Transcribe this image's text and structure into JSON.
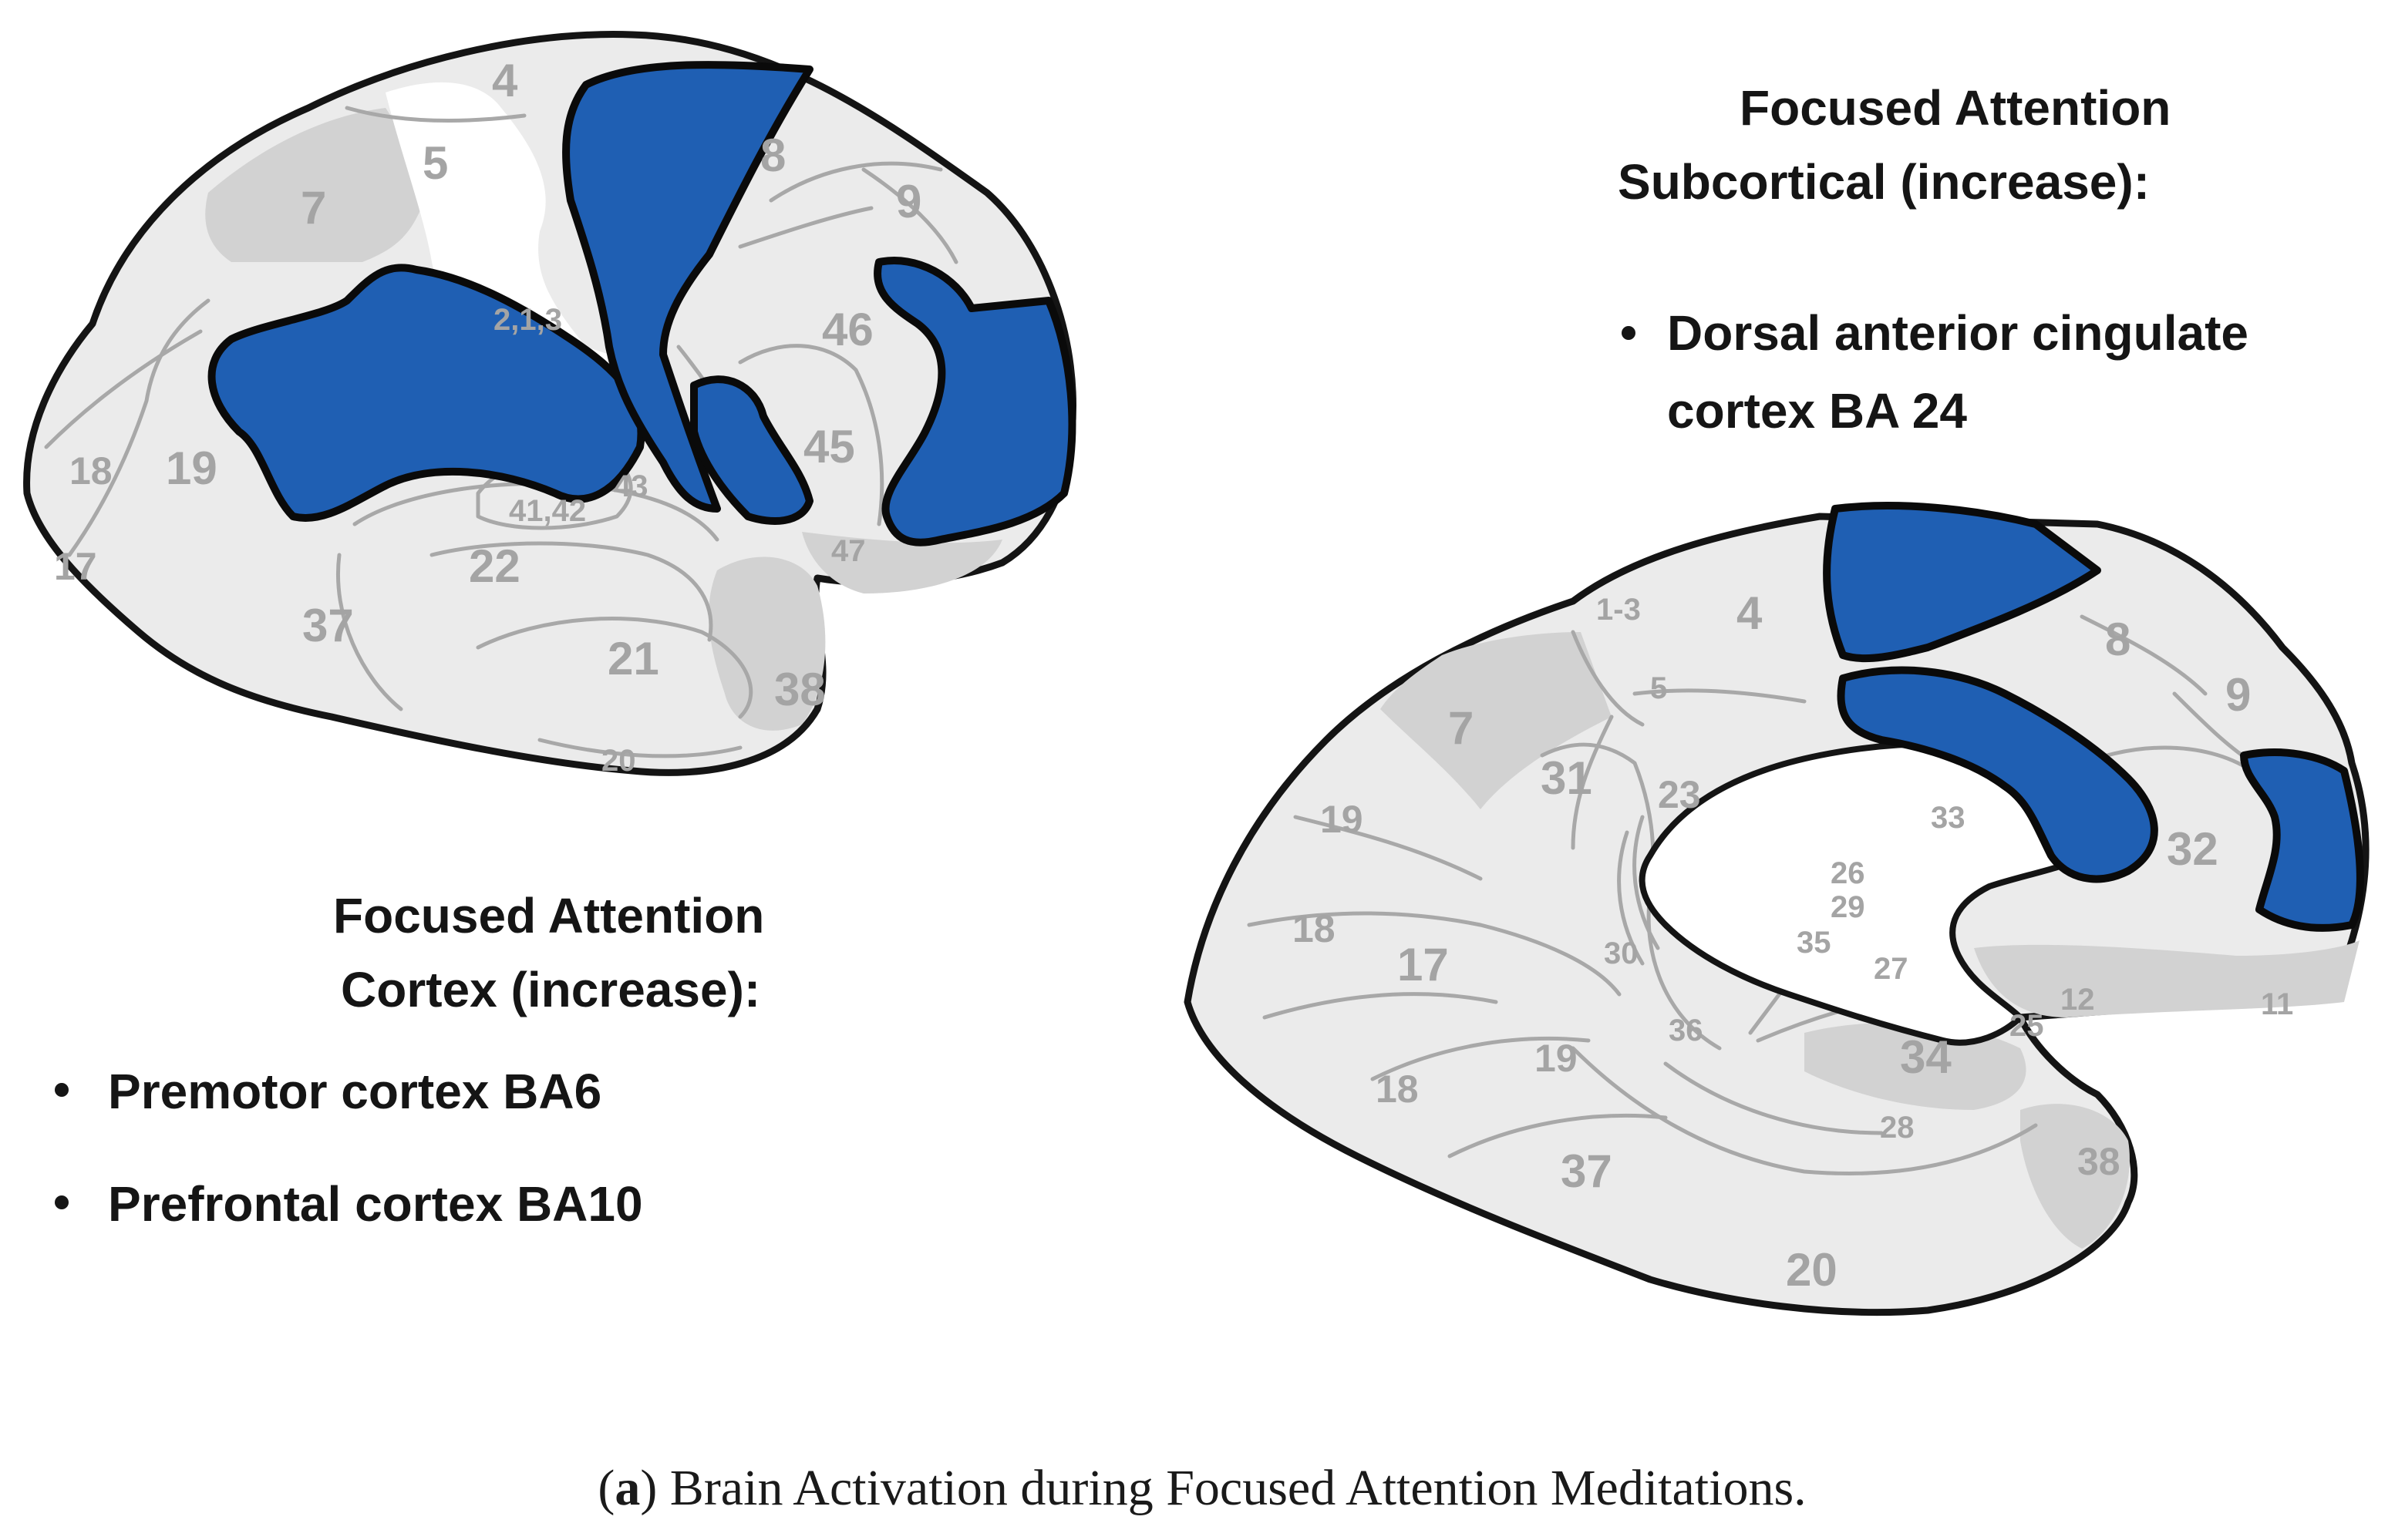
{
  "lateral_view": {
    "areas": [
      "4",
      "5",
      "7",
      "8",
      "9",
      "2,1,3",
      "46",
      "45",
      "47",
      "18",
      "19",
      "17",
      "41,42",
      "43",
      "22",
      "37",
      "21",
      "38",
      "20"
    ]
  },
  "medial_view": {
    "areas": [
      "1-3",
      "4",
      "5",
      "7",
      "8",
      "9",
      "31",
      "23",
      "33",
      "32",
      "19",
      "18",
      "17",
      "26",
      "29",
      "35",
      "27",
      "30",
      "36",
      "12",
      "11",
      "25",
      "34",
      "28",
      "37",
      "38",
      "20"
    ]
  },
  "subcortical_box": {
    "heading_line1": "Focused Attention",
    "heading_line2": "Subcortical (increase):",
    "bullets": [
      {
        "line1": "Dorsal anterior cingulate",
        "line2": "cortex BA 24"
      }
    ]
  },
  "cortex_box": {
    "heading_line1": "Focused Attention",
    "heading_line2": "Cortex (increase):",
    "bullets": [
      "Premotor cortex  BA6",
      "Prefrontal cortex BA10"
    ]
  },
  "caption": {
    "open_paren": "(",
    "letter": "a",
    "text": ") Brain Activation during Focused Attention Meditations."
  },
  "colors": {
    "activation": "#1f5fb3",
    "brain_fill": "#ebebeb",
    "region_gray": "#d2d2d2",
    "outline": "#141414",
    "label_gray": "#a4a4a4"
  }
}
